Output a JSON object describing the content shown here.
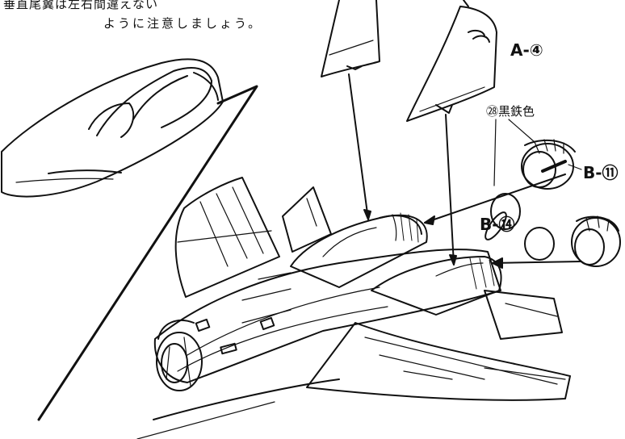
{
  "instructions": {
    "line1": "垂直尾翼は左右間違えない",
    "line2": "ように注意しましょう。"
  },
  "labels": {
    "part_a4": "A-④",
    "part_b11": "B-⑪",
    "part_b14": "B-⑭",
    "paint_color": "㉘黒鉄色"
  },
  "colors": {
    "line": "#111111",
    "paper": "#ffffff"
  }
}
